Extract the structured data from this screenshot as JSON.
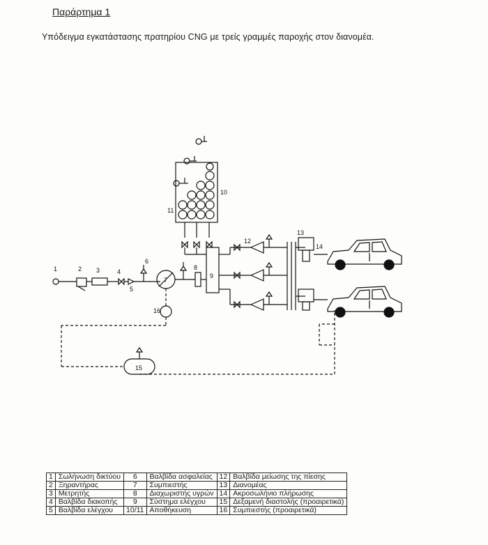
{
  "heading": "Παράρτημα 1",
  "caption": "Υπόδειγμα εγκατάστασης πρατηρίου CNG με τρείς γραμμές παροχής στον διανομέα.",
  "diagram_labels": {
    "n1": "1",
    "n2": "2",
    "n3": "3",
    "n4": "4",
    "n5": "5",
    "n6": "6",
    "n7": "7",
    "n8": "8",
    "n9": "9",
    "n10": "10",
    "n11": "11",
    "n12": "12",
    "n13": "13",
    "n14": "14",
    "n15": "15",
    "n16": "16"
  },
  "legend": {
    "rows": [
      [
        {
          "n": "1",
          "t": "Σωλήνωση δικτύου"
        },
        {
          "n": "6",
          "t": "Βαλβίδα ασφαλείας"
        },
        {
          "n": "12",
          "t": "Βαλβίδα μείωσης της πίεσης"
        }
      ],
      [
        {
          "n": "2",
          "t": "Ξηραντήρας"
        },
        {
          "n": "7",
          "t": "Συμπιεστής"
        },
        {
          "n": "13",
          "t": "Διανομέας"
        }
      ],
      [
        {
          "n": "3",
          "t": "Μετρητής"
        },
        {
          "n": "8",
          "t": "Διαχωριστής υγρών"
        },
        {
          "n": "14",
          "t": "Ακροσωλήνιο πλήρωσης"
        }
      ],
      [
        {
          "n": "4",
          "t": "Βαλβίδα διακοπής"
        },
        {
          "n": "9",
          "t": "Σύστημα ελέγχου"
        },
        {
          "n": "15",
          "t": "Δεξαμενή διαστολής (προαιρετικά)"
        }
      ],
      [
        {
          "n": "5",
          "t": "Βαλβίδα ελέγχου"
        },
        {
          "n": "10/11",
          "t": "Αποθήκευση"
        },
        {
          "n": "16",
          "t": "Συμπιεστής (προαιρετικά)"
        }
      ]
    ]
  }
}
